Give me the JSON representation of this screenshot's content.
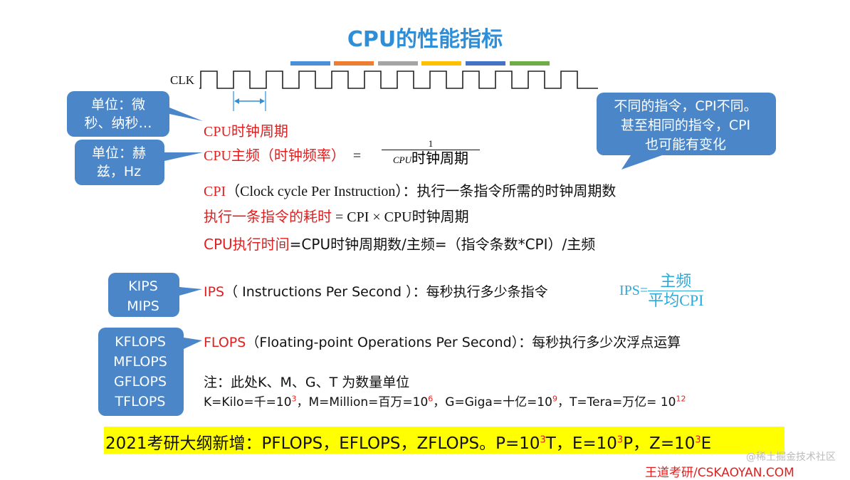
{
  "title": "CPU的性能指标",
  "clk": {
    "label": "CLK",
    "bar_colors": [
      "#4a90d9",
      "#ed7d31",
      "#a5a5a5",
      "#ffc000",
      "#4472c4",
      "#70ad47"
    ]
  },
  "callouts": {
    "period_unit": [
      "单位：微",
      "秒、纳秒…"
    ],
    "freq_unit": [
      "单位：赫",
      "兹，Hz"
    ],
    "cpi_note": [
      "不同的指令，CPI不同。",
      "甚至相同的指令，CPI",
      "也可能有变化"
    ],
    "ips_units": [
      "KIPS",
      "MIPS"
    ],
    "flops_units": [
      "KFLOPS",
      "MFLOPS",
      "GFLOPS",
      "TFLOPS"
    ]
  },
  "lines": {
    "clock_period": "CPU时钟周期",
    "freq_red": "CPU主频（时钟频率）",
    "freq_eq": "=",
    "freq_num": "1",
    "freq_den_italic": "CPU",
    "freq_den_rest": "时钟周期",
    "cpi_red": "CPI",
    "cpi_rest": "（Clock cycle Per Instruction）：执行一条指令所需的时钟周期数",
    "exec_red": "执行一条指令的耗时",
    "exec_rest": "= CPI × CPU时钟周期",
    "cputime_red": "CPU执行时间",
    "cputime_rest": "=CPU时钟周期数/主频=（指令条数*CPI）/主频",
    "ips_red": "IPS",
    "ips_rest": "（ Instructions Per Second ）：每秒执行多少条指令",
    "ips_formula_lhs": "IPS=",
    "ips_formula_num": "主频",
    "ips_formula_den": "平均CPI",
    "flops_red": "FLOPS",
    "flops_rest": "（Floating-point Operations Per Second）：每秒执行多少次浮点运算",
    "note": "注：此处K、M、G、T 为数量单位",
    "units_k": "K=Kilo=千=10",
    "units_k_exp": "3",
    "units_m": "，M=Million=百万=10",
    "units_m_exp": "6",
    "units_g": "，G=Giga=十亿=10",
    "units_g_exp": "9",
    "units_t": "，T=Tera=万亿= 10",
    "units_t_exp": "12"
  },
  "banner": {
    "part1": "2021考研大纲新增：PFLOPS，EFLOPS，ZFLOPS。P=10",
    "exp1": "3",
    "part2": "T，E=10",
    "exp2": "3",
    "part3": "P，Z=10",
    "exp3": "3",
    "part4": "E"
  },
  "watermarks": {
    "site": "@稀土掘金技术社区",
    "brand": "王道考研/CSKAOYAN.COM"
  }
}
